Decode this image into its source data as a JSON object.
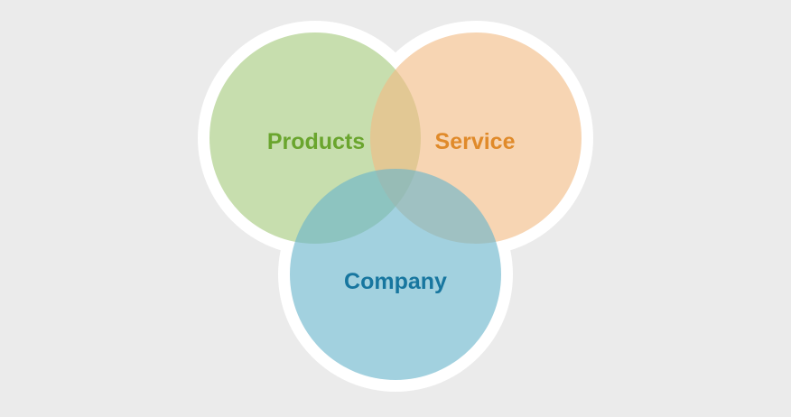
{
  "diagram": {
    "type": "venn",
    "background_color": "#ebebeb",
    "outline_color": "#ffffff",
    "sets": [
      {
        "id": "products",
        "label": "Products",
        "fill": "#a5c97d",
        "text_color": "#6aa52e"
      },
      {
        "id": "service",
        "label": "Service",
        "fill": "#f2bb84",
        "text_color": "#e08a2a"
      },
      {
        "id": "company",
        "label": "Company",
        "fill": "#69b5cc",
        "text_color": "#17769f"
      }
    ]
  }
}
